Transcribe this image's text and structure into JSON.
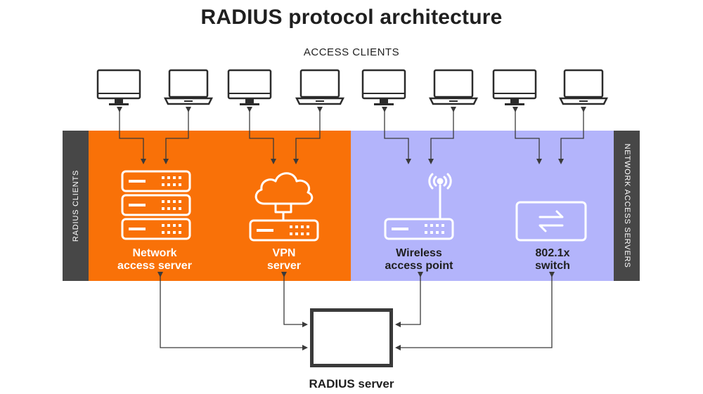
{
  "title": "RADIUS protocol architecture",
  "access_clients_label": "ACCESS CLIENTS",
  "left_band_label": "RADIUS CLIENTS",
  "right_band_label": "NETWORK ACCESS SERVERS",
  "clients": [
    {
      "type": "desktop",
      "icon": "desktop-monitor-icon"
    },
    {
      "type": "laptop",
      "icon": "laptop-icon"
    },
    {
      "type": "desktop",
      "icon": "desktop-monitor-icon"
    },
    {
      "type": "laptop",
      "icon": "laptop-icon"
    },
    {
      "type": "desktop",
      "icon": "desktop-monitor-icon"
    },
    {
      "type": "laptop",
      "icon": "laptop-icon"
    },
    {
      "type": "desktop",
      "icon": "desktop-monitor-icon"
    },
    {
      "type": "laptop",
      "icon": "laptop-icon"
    }
  ],
  "devices": [
    {
      "label": "Network\naccess server",
      "icon": "server-rack-icon"
    },
    {
      "label": "VPN\nserver",
      "icon": "cloud-server-icon"
    },
    {
      "label": "Wireless\naccess point",
      "icon": "wireless-router-icon"
    },
    {
      "label": "802.1x\nswitch",
      "icon": "switch-icon"
    }
  ],
  "radius_server_label": "RADIUS server",
  "colors": {
    "orange": "#f97108",
    "lavender": "#b3b4fb",
    "dark_bar": "#474747",
    "line": "#3a3a3a",
    "text": "#1f1f1f"
  }
}
